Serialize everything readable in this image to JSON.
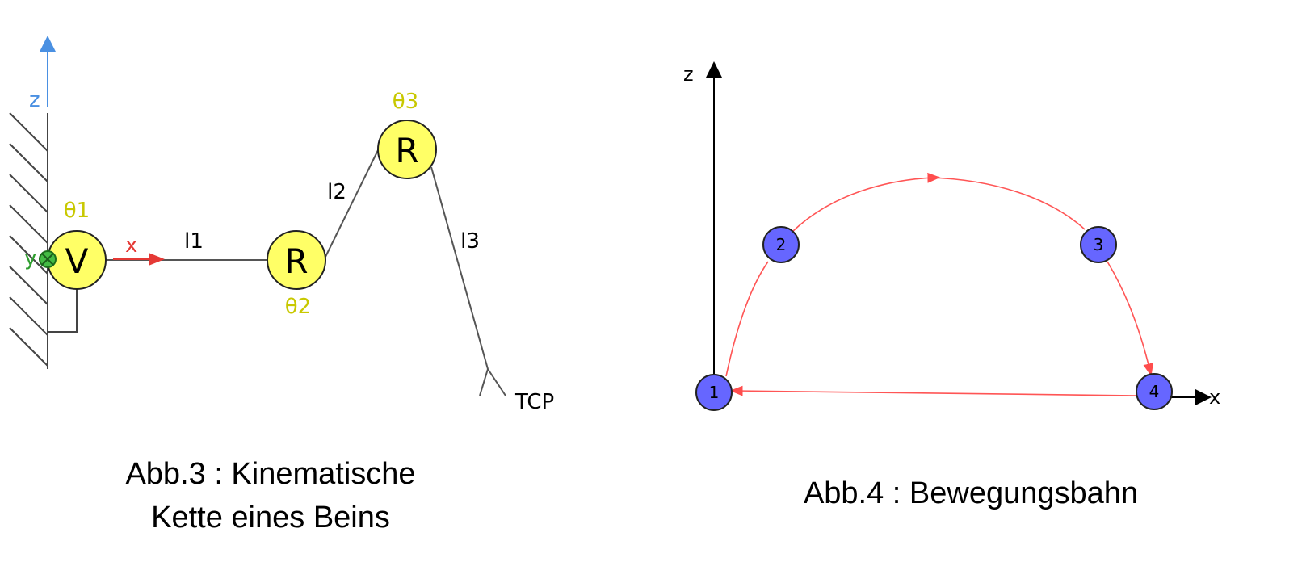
{
  "kinematic_chain": {
    "axis_z": "z",
    "axis_x": "x",
    "axis_y": "y",
    "joints": [
      {
        "type": "V",
        "angle": "θ1"
      },
      {
        "type": "R",
        "angle": "θ2"
      },
      {
        "type": "R",
        "angle": "θ3"
      }
    ],
    "links": [
      "l1",
      "l2",
      "l3"
    ],
    "end_effector": "TCP",
    "caption_line1": "Abb.3 : Kinematische",
    "caption_line2": "Kette eines Beins"
  },
  "motion_path": {
    "axis_z": "z",
    "axis_x": "x",
    "points": [
      "1",
      "2",
      "3",
      "4"
    ],
    "caption": "Abb.4 : Bewegungsbahn"
  },
  "colors": {
    "joint_fill": "#ffff66",
    "angle_label": "#c8c800",
    "z_axis": "#4a90e2",
    "x_axis": "#e53935",
    "y_axis": "#2e9e2e",
    "point_fill": "#6666ff",
    "path_line": "#ff5555",
    "link_line": "#555555"
  }
}
